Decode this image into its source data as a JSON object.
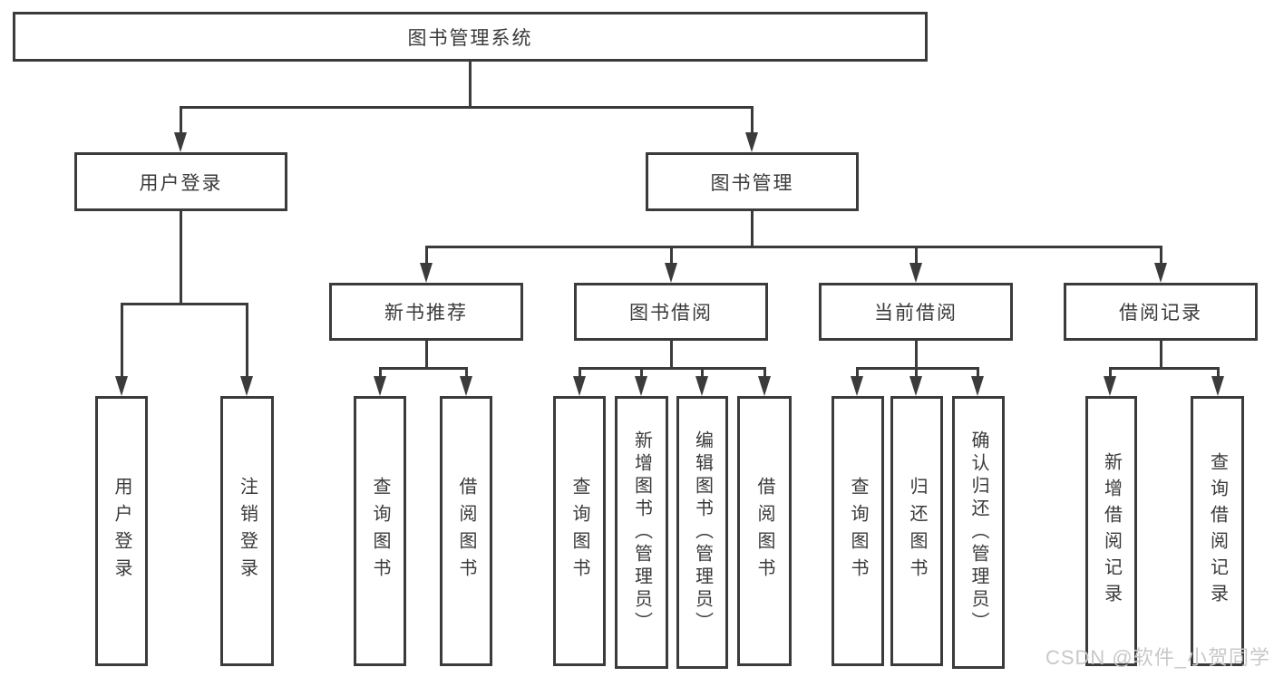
{
  "diagram": {
    "root": "图书管理系统",
    "l2": [
      "用户登录",
      "图书管理"
    ],
    "l3": [
      "新书推荐",
      "图书借阅",
      "当前借阅",
      "借阅记录"
    ],
    "leaves": [
      "用户登录",
      "注销登录",
      "查询图书",
      "借阅图书",
      "查询图书",
      "新增图书（管理员）",
      "编辑图书（管理员）",
      "借阅图书",
      "查询图书",
      "归还图书",
      "确认归还（管理员）",
      "新增借阅记录",
      "查询借阅记录"
    ]
  },
  "watermark": "CSDN @软件_小贺同学",
  "colors": {
    "line": "#3b3b3b",
    "text": "#3a3a3a",
    "watermark": "#c8c8c8",
    "background": "#ffffff"
  }
}
